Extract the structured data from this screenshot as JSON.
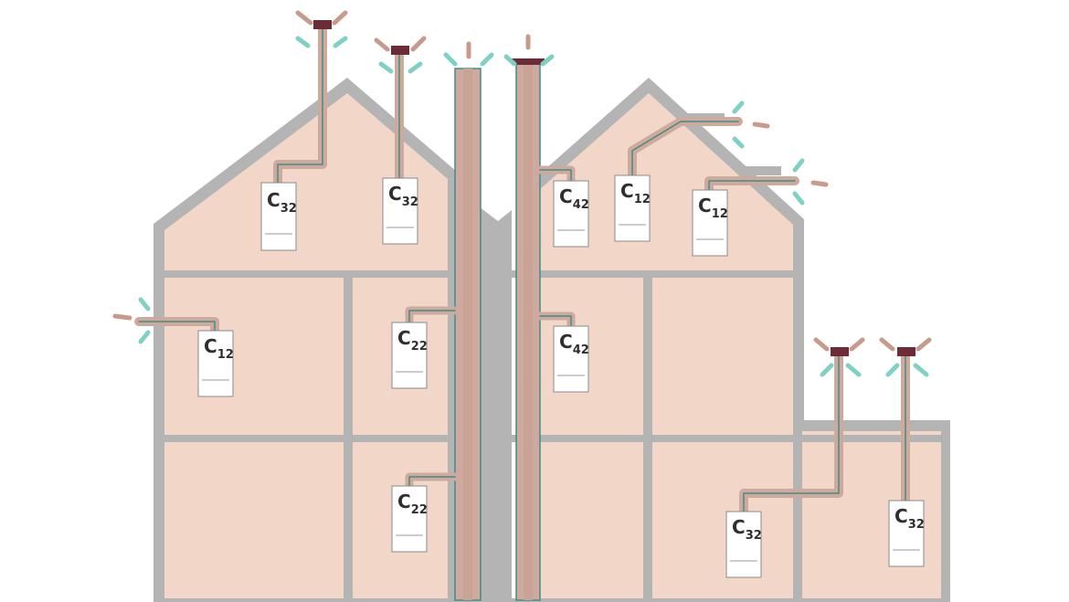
{
  "colors": {
    "wall": "#b4b4b4",
    "room": "#f2d7c9",
    "flue_outer": "#cfa99d",
    "flue_line": "#3e8f83",
    "cap": "#6b2c38",
    "arrow_in": "#7fd1c3",
    "arrow_out": "#c89a8c"
  },
  "boilers": [
    {
      "id": "b1",
      "prefix": "C",
      "sub": "32"
    },
    {
      "id": "b2",
      "prefix": "C",
      "sub": "32"
    },
    {
      "id": "b3",
      "prefix": "C",
      "sub": "42"
    },
    {
      "id": "b4",
      "prefix": "C",
      "sub": "12"
    },
    {
      "id": "b5",
      "prefix": "C",
      "sub": "12"
    },
    {
      "id": "b6",
      "prefix": "C",
      "sub": "12"
    },
    {
      "id": "b7",
      "prefix": "C",
      "sub": "22"
    },
    {
      "id": "b8",
      "prefix": "C",
      "sub": "42"
    },
    {
      "id": "b9",
      "prefix": "C",
      "sub": "22"
    },
    {
      "id": "b10",
      "prefix": "C",
      "sub": "32"
    },
    {
      "id": "b11",
      "prefix": "C",
      "sub": "32"
    }
  ]
}
